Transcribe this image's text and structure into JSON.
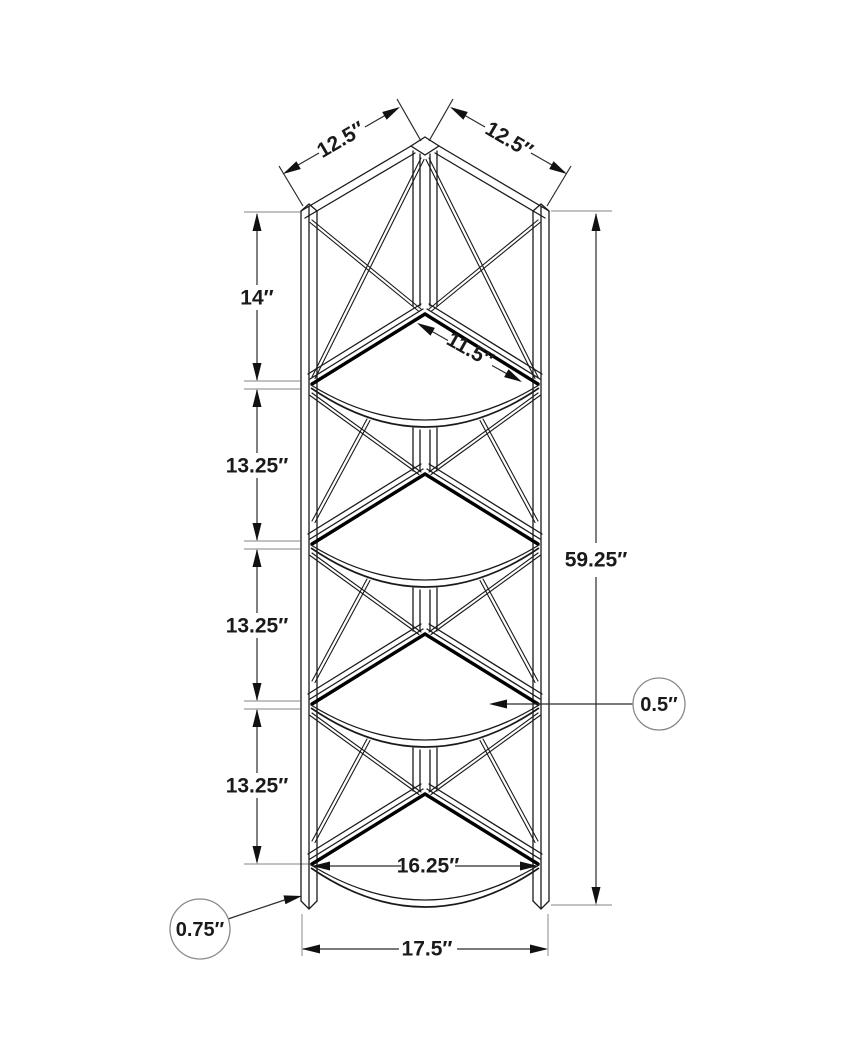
{
  "diagram": {
    "subject": "corner-etagere-dimension-drawing",
    "dims": {
      "top_left": "12.5″",
      "top_right": "12.5″",
      "sec1": "14″",
      "sec2": "13.25″",
      "sec3": "13.25″",
      "sec4": "13.25″",
      "shelf_depth": "11.5″",
      "total_height": "59.25″",
      "shelf_thickness": "0.5″",
      "bottom_shelf_width": "16.25″",
      "leg_thickness": "0.75″",
      "overall_width": "17.5″"
    },
    "colors": {
      "line": "#1a1a1a",
      "heavy_edge": "#000000",
      "extension_line": "#9c9c9c",
      "callout_stroke": "#8a8a8a",
      "background": "#ffffff"
    }
  }
}
